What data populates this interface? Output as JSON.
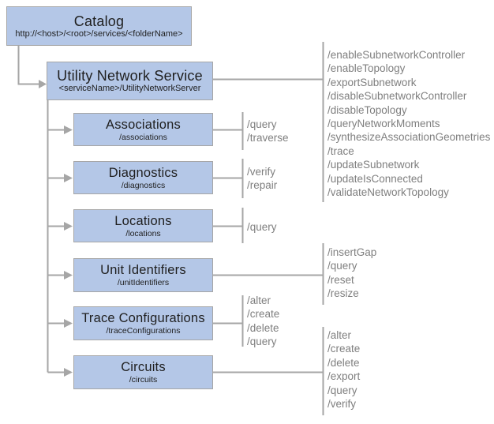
{
  "colors": {
    "box_fill": "#b4c7e7",
    "box_border": "#a6a6a6",
    "line": "#a6a6a6",
    "title_text": "#1f1f1f",
    "ops_text": "#7f7f7f"
  },
  "diagram": {
    "catalog": {
      "title": "Catalog",
      "subtitle": "http://<host>/<root>/services/<folderName>"
    },
    "service": {
      "title": "Utility Network Service",
      "subtitle": "<serviceName>/UtilityNetworkServer",
      "ops": [
        "/enableSubnetworkController",
        "/enableTopology",
        "/exportSubnetwork",
        "/disableSubnetworkController",
        "/disableTopology",
        "/queryNetworkMoments",
        "/synthesizeAssociationGeometries",
        "/trace",
        "/updateSubnetwork",
        "/updateIsConnected",
        "/validateNetworkTopology"
      ]
    },
    "children": [
      {
        "title": "Associations",
        "subtitle": "/associations",
        "ops": [
          "/query",
          "/traverse"
        ]
      },
      {
        "title": "Diagnostics",
        "subtitle": "/diagnostics",
        "ops": [
          "/verify",
          "/repair"
        ]
      },
      {
        "title": "Locations",
        "subtitle": "/locations",
        "ops": [
          "/query"
        ]
      },
      {
        "title": "Unit Identifiers",
        "subtitle": "/unitIdentifiers",
        "ops": [
          "/insertGap",
          "/query",
          "/reset",
          "/resize"
        ]
      },
      {
        "title": "Trace Configurations",
        "subtitle": "/traceConfigurations",
        "ops": [
          "/alter",
          "/create",
          "/delete",
          "/query"
        ]
      },
      {
        "title": "Circuits",
        "subtitle": "/circuits",
        "ops": [
          "/alter",
          "/create",
          "/delete",
          "/export",
          "/query",
          "/verify"
        ]
      }
    ]
  }
}
